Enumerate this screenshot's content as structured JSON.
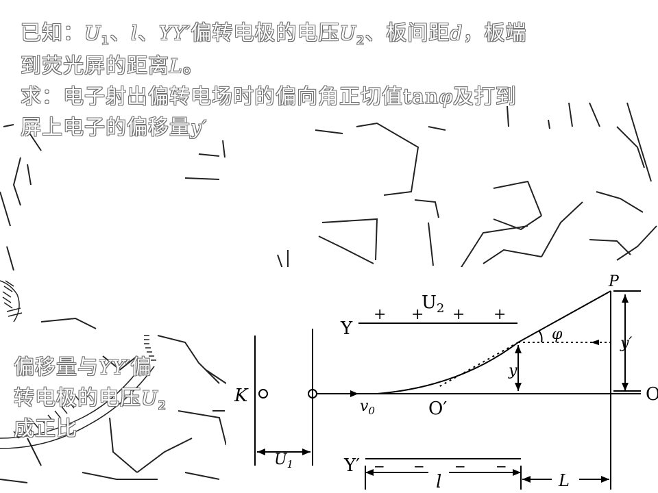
{
  "text": {
    "line1": {
      "prefix": "已知：",
      "u1": "U",
      "u1_sub": "1",
      "sep1": "、",
      "l": "l",
      "sep2": "、",
      "yy": "YY′",
      "mid": "偏转电极的电压",
      "u2": "U",
      "u2_sub": "2",
      "tail": "、板间距",
      "d": "d",
      "end": "，板端"
    },
    "line2": {
      "prefix": "到荧光屏的距离",
      "L": "L",
      "end": "。"
    },
    "line3": {
      "prefix": "求：电子射出偏转电场时的偏向角正切值",
      "tan": "tan",
      "phi": "φ",
      "end": "及打到"
    },
    "line4": {
      "prefix": "屏上电子的偏移量",
      "y": "y′"
    },
    "side1": {
      "prefix": "偏移量与",
      "yy": "YY′",
      "end": "偏"
    },
    "side2": {
      "prefix": "转电极的电压",
      "u": "U",
      "u_sub": "2"
    },
    "side3": {
      "text": "成正比"
    }
  },
  "diagram": {
    "labels": {
      "u2": "U",
      "u2_sub": "2",
      "y_top": "Y",
      "y_bottom": "Y′",
      "plus": [
        "+",
        "+",
        "+",
        "+"
      ],
      "minus": [
        "−",
        "−",
        "−",
        "−"
      ],
      "k": "K",
      "v0": "v",
      "v0_sub": "0",
      "o_prime": "O′",
      "o": "O",
      "p": "P",
      "phi": "φ",
      "y": "y",
      "y_prime": "y′",
      "u1": "U",
      "u1_sub": "1",
      "l": "l",
      "L": "L"
    }
  }
}
